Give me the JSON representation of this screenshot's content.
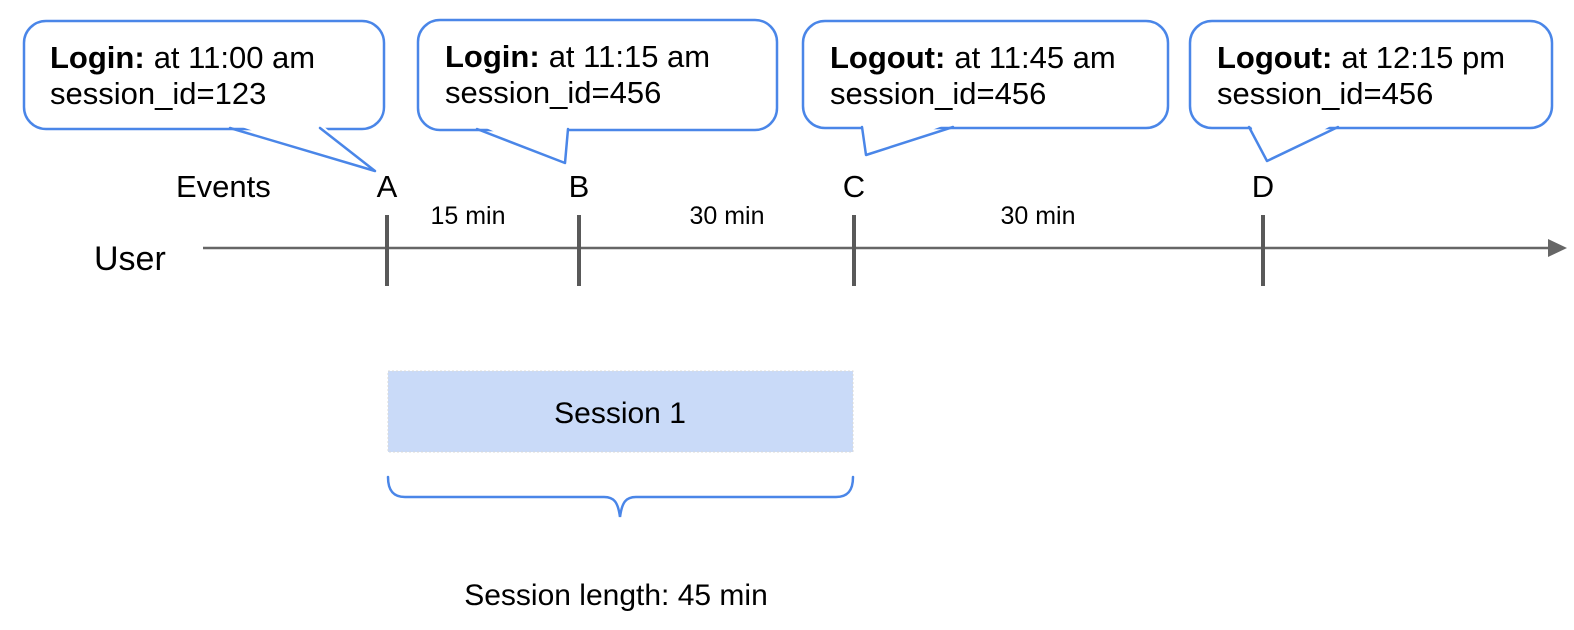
{
  "rows": {
    "events_label": "Events",
    "user_label": "User"
  },
  "callouts": [
    {
      "event_type": "Login:",
      "time": "at 11:00 am",
      "session_id": "session_id=123",
      "points_to": "A"
    },
    {
      "event_type": "Login:",
      "time": "at 11:15 am",
      "session_id": "session_id=456",
      "points_to": "B"
    },
    {
      "event_type": "Logout:",
      "time": "at 11:45 am",
      "session_id": "session_id=456",
      "points_to": "C"
    },
    {
      "event_type": "Logout:",
      "time": "at 12:15 pm",
      "session_id": "session_id=456",
      "points_to": "D"
    }
  ],
  "timeline": {
    "event_labels": [
      "A",
      "B",
      "C",
      "D"
    ],
    "interval_labels": [
      "15 min",
      "30 min",
      "30 min"
    ]
  },
  "session": {
    "box_label": "Session 1",
    "length_label": "Session length: 45 min"
  },
  "colors": {
    "accent_blue": "#4a86e8",
    "session_fill": "#c9daf8",
    "session_box_edge": "#d9d9d9",
    "axis_gray": "#666666",
    "tick_gray": "#595959",
    "text_black": "#000000"
  }
}
